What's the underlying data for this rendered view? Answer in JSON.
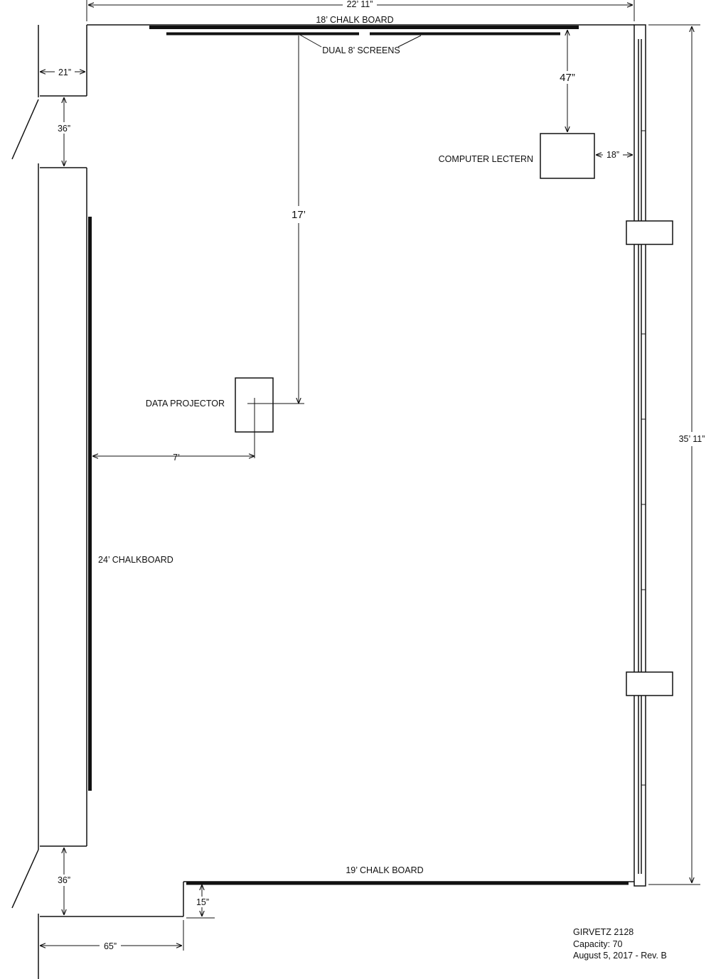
{
  "labels": {
    "overall_width": "22’ 11”",
    "chalk_board_top": "18’ CHALK BOARD",
    "dual_screens": "DUAL 8’ SCREENS",
    "lectern_clearance": "47”",
    "computer_lectern": "COMPUTER LECTERN",
    "lectern_side_clearance": "18”",
    "projector_distance": "17’",
    "data_projector": "DATA PROJECTOR",
    "projector_offset": "7’",
    "chalkboard_left": "24’ CHALKBOARD",
    "overall_length": "35’ 11”",
    "chalk_board_bottom": "19’ CHALK BOARD",
    "door_top_width": "36”",
    "door_bottom_width": "36”",
    "wall_jog_top": "21”",
    "wall_jog_bottom": "65”",
    "step_depth": "15”"
  },
  "room_info": {
    "name": "GIRVETZ 2128",
    "capacity": "Capacity: 70",
    "date": "August 5, 2017 - Rev. B"
  }
}
